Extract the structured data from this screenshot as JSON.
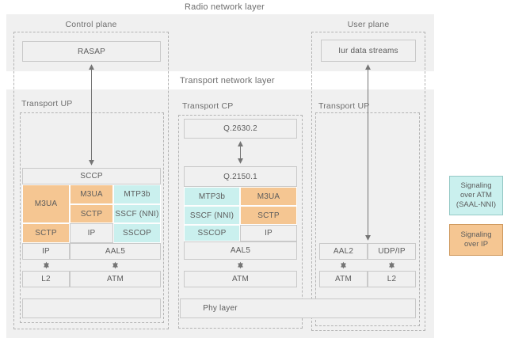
{
  "titles": {
    "radio_network_layer": "Radio network layer",
    "transport_network_layer": "Transport network layer"
  },
  "radio_layer": {
    "control_plane": {
      "label": "Control plane",
      "rasap": "RASAP"
    },
    "user_plane": {
      "label": "User plane",
      "iur_data_streams": "Iur data streams"
    }
  },
  "transport_layer": {
    "left": {
      "label": "Transport UP",
      "sccp": "SCCP",
      "m3ua_tall": "M3UA",
      "m3ua": "M3UA",
      "mtp3b": "MTP3b",
      "sctp_upper": "SCTP",
      "sscf_nni": "SSCF (NNI)",
      "sctp_lower": "SCTP",
      "ip_mid": "IP",
      "sscop": "SSCOP",
      "ip": "IP",
      "aal5": "AAL5",
      "l2": "L2",
      "atm": "ATM"
    },
    "middle": {
      "label": "Transport CP",
      "q2630_2": "Q.2630.2",
      "q2150_1": "Q.2150.1",
      "mtp3b": "MTP3b",
      "m3ua": "M3UA",
      "sscf_nni": "SSCF (NNI)",
      "sctp": "SCTP",
      "sscop": "SSCOP",
      "ip": "IP",
      "aal5": "AAL5",
      "atm": "ATM"
    },
    "right": {
      "label": "Transport UP",
      "aal2": "AAL2",
      "udp_ip": "UDP/IP",
      "atm": "ATM",
      "l2": "L2"
    },
    "phy": "Phy layer"
  },
  "legend": {
    "atm": {
      "text": "Signaling over ATM (SAAL-NNI)",
      "color": "#caf0ee"
    },
    "ip": {
      "text": "Signaling over IP",
      "color": "#f5c692"
    }
  },
  "colors": {
    "signaling_atm_fill": "#caf0ee",
    "signaling_ip_fill": "#f5c692",
    "box_fill": "#f0f0f0",
    "dashed_border": "#b3b3b3",
    "arrow": "#757575",
    "text": "#5c5c5c"
  }
}
